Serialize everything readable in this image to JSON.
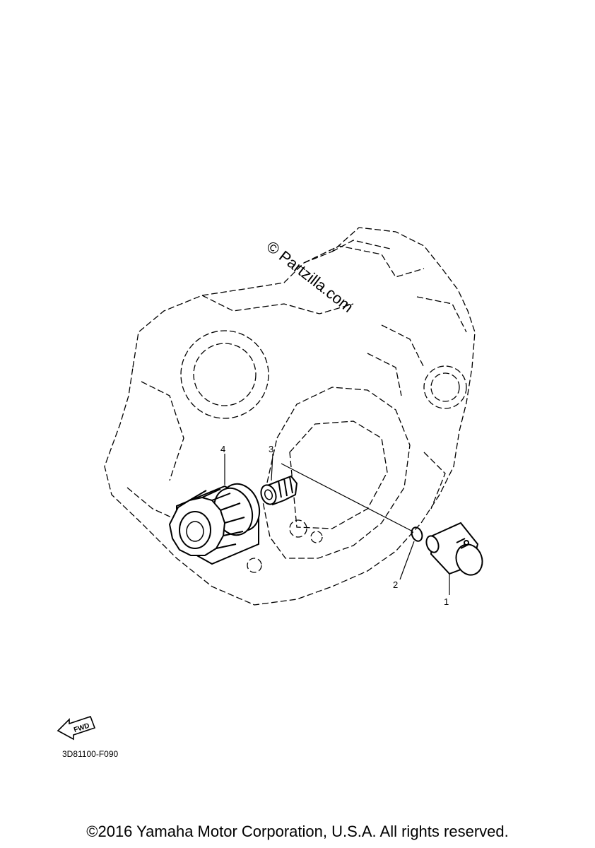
{
  "callouts": [
    {
      "id": "1",
      "label": "1"
    },
    {
      "id": "2",
      "label": "2"
    },
    {
      "id": "3",
      "label": "3"
    },
    {
      "id": "4",
      "label": "4"
    }
  ],
  "watermark": "© Partzilla.com",
  "fwd_arrow": {
    "label": "FWD"
  },
  "diagram_code": "3D81100-F090",
  "copyright": "©2016 Yamaha Motor Corporation, U.S.A. All rights reserved."
}
